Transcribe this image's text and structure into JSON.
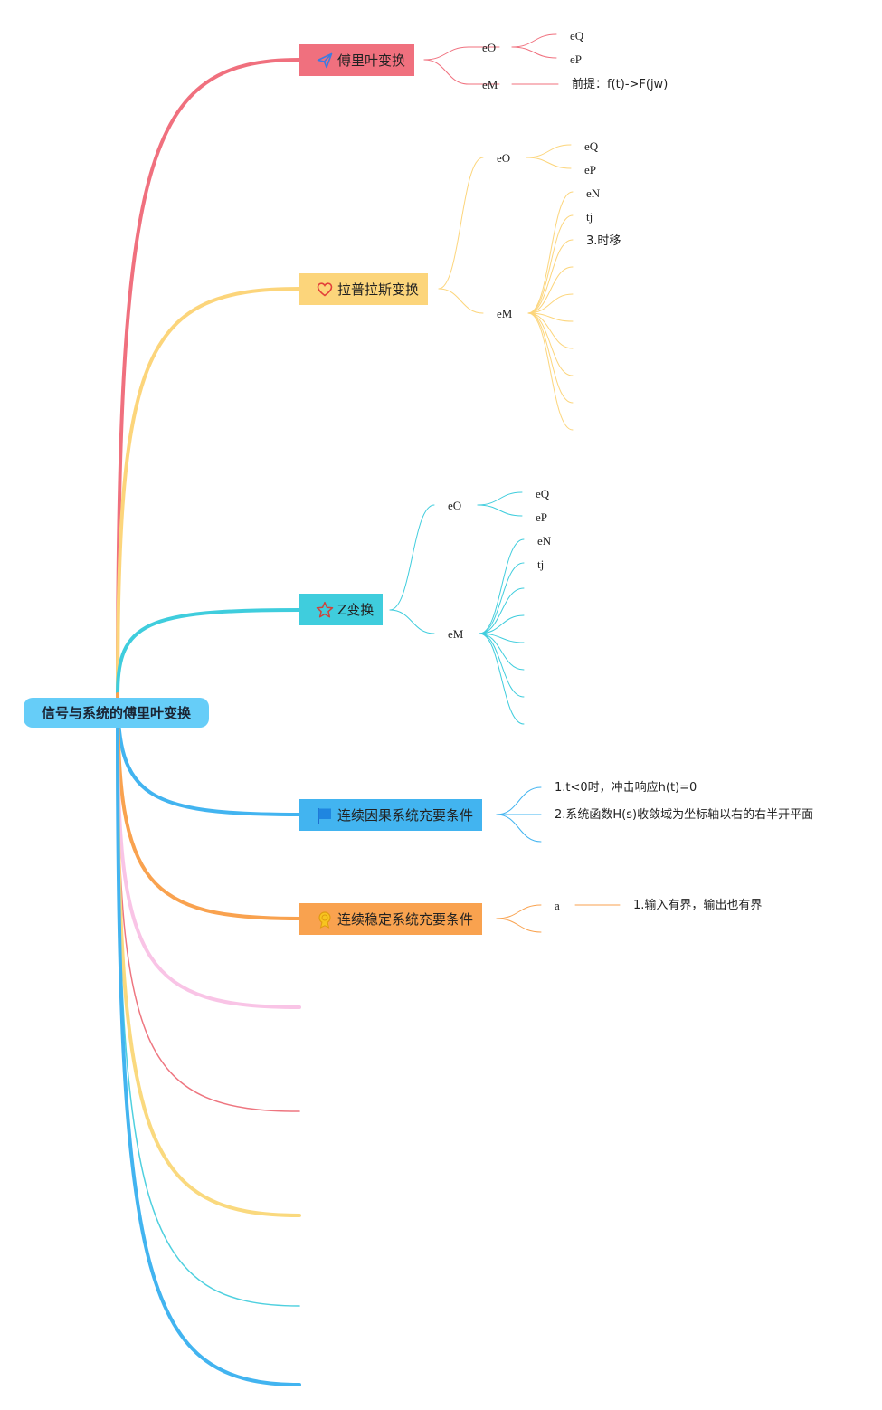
{
  "root": {
    "label": "信号与系统的傅里叶变换",
    "color": "#66cdf8"
  },
  "branches": [
    {
      "label": "傅里叶变换",
      "color": "#f0707e",
      "icon": "paper-plane-icon",
      "children": [
        {
          "label": "eO",
          "children": [
            "eQ",
            "eP"
          ]
        },
        {
          "label": "eM",
          "children": [
            "前提：f(t)->F(jw)"
          ]
        }
      ]
    },
    {
      "label": "拉普拉斯变换",
      "color": "#fcd57b",
      "icon": "heart-icon",
      "children": [
        {
          "label": "eO",
          "children": [
            "eQ",
            "eP"
          ]
        },
        {
          "label": "eM",
          "children": [
            "eN",
            "tj",
            "3.时移",
            "",
            "",
            "",
            "",
            "",
            "",
            ""
          ]
        }
      ]
    },
    {
      "label": "Z变换",
      "color": "#3fcddd",
      "icon": "star-icon",
      "children": [
        {
          "label": "eO",
          "children": [
            "eQ",
            "eP"
          ]
        },
        {
          "label": "eM",
          "children": [
            "eN",
            "tj",
            "",
            "",
            "",
            "",
            "",
            ""
          ]
        }
      ]
    },
    {
      "label": "连续因果系统充要条件",
      "color": "#42b4f0",
      "icon": "flag-icon",
      "children": [
        {
          "label": "1.t<0时，冲击响应h(t)=0"
        },
        {
          "label": "2.系统函数H(s)收敛域为坐标轴以右的右半开平面"
        },
        {
          "label": ""
        }
      ]
    },
    {
      "label": "连续稳定系统充要条件",
      "color": "#f9a24f",
      "icon": "medal-icon",
      "children": [
        {
          "label": "a",
          "children": [
            "1.输入有界，输出也有界"
          ]
        },
        {
          "label": ""
        }
      ]
    }
  ],
  "empty_branches": [
    {
      "color": "#f9c4e6"
    },
    {
      "color": "#ee7680"
    },
    {
      "color": "#fad97e"
    },
    {
      "color": "#4fd0df"
    },
    {
      "color": "#42b4f0"
    }
  ]
}
